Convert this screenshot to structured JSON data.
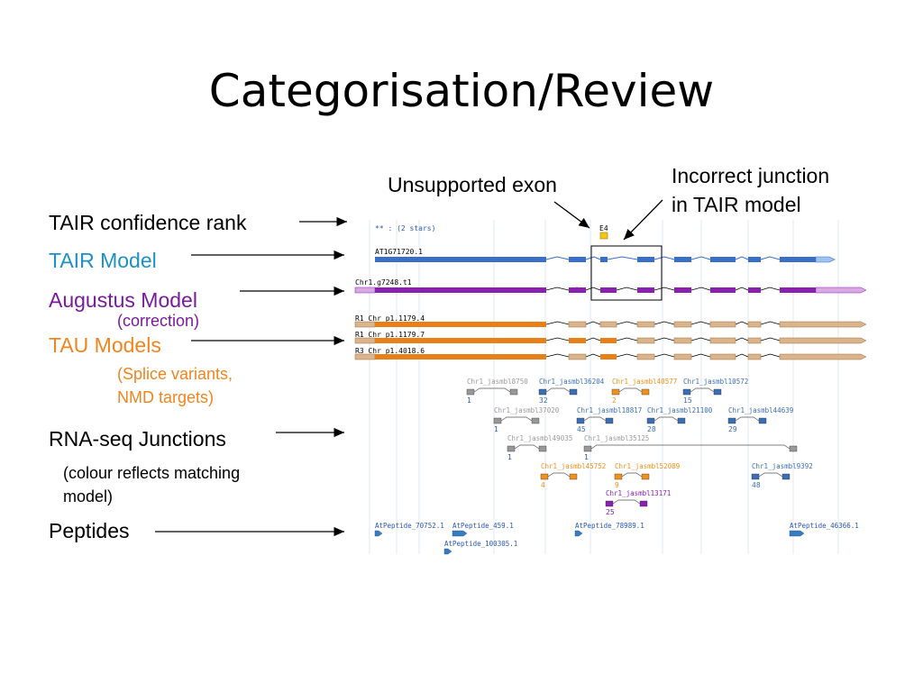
{
  "title": "Categorisation/Review",
  "labels": {
    "tair_rank": "TAIR confidence rank",
    "tair_model": "TAIR Model",
    "augustus_model": "Augustus Model",
    "augustus_sub": "(correction)",
    "tau_models": "TAU Models",
    "tau_sub1": "(Splice variants,",
    "tau_sub2": "NMD targets)",
    "rnaseq": "RNA-seq Junctions",
    "rnaseq_sub1": "(colour reflects matching",
    "rnaseq_sub2": "model)",
    "peptides": "Peptides"
  },
  "callouts": {
    "unsupported_exon": "Unsupported exon",
    "incorrect_junction_1": "Incorrect junction",
    "incorrect_junction_2": "in TAIR model"
  },
  "tracks": {
    "rank": "** : (2 stars)",
    "e4": "E4",
    "tair": "AT1G71720.1",
    "augustus": "Chr1.g7248.t1",
    "tau1": "R1_Chr_p1.1179.4",
    "tau2": "R1_Chr_p1.1179.7",
    "tau3": "R3_Chr_p1.4018.6"
  },
  "junctions": [
    {
      "name": "Chr1_jasmbl8750",
      "count": "1",
      "color": "#999999"
    },
    {
      "name": "Chr1_jasmbl36204",
      "count": "32",
      "color": "#3a6fb3"
    },
    {
      "name": "Chr1_jasmbl40577",
      "count": "2",
      "color": "#f0901d"
    },
    {
      "name": "Chr1_jasmbl10572",
      "count": "15",
      "color": "#3a6fb3"
    },
    {
      "name": "Chr1_jasmbl37020",
      "count": "1",
      "color": "#999999"
    },
    {
      "name": "Chr1_jasmbl18817",
      "count": "45",
      "color": "#3a6fb3"
    },
    {
      "name": "Chr1_jasmbl21100",
      "count": "28",
      "color": "#3a6fb3"
    },
    {
      "name": "Chr1_jasmbl44639",
      "count": "29",
      "color": "#3a6fb3"
    },
    {
      "name": "Chr1_jasmbl49035",
      "count": "1",
      "color": "#999999"
    },
    {
      "name": "Chr1_jasmbl35125",
      "count": "1",
      "color": "#999999"
    },
    {
      "name": "Chr1_jasmbl45752",
      "count": "4",
      "color": "#f0901d"
    },
    {
      "name": "Chr1_jasmbl52089",
      "count": "9",
      "color": "#f0901d"
    },
    {
      "name": "Chr1_jasmbl9392",
      "count": "48",
      "color": "#3a6fb3"
    },
    {
      "name": "Chr1_jasmbl13171",
      "count": "25",
      "color": "#8b1fb0"
    }
  ],
  "peptides": [
    "AtPeptide_70752.1",
    "AtPeptide_459.1",
    "AtPeptide_78989.1",
    "AtPeptide_46366.1",
    "AtPeptide_100305.1"
  ],
  "colors": {
    "tair": "#1f8fc8",
    "augustus": "#7a1a9c",
    "tau": "#f0851d",
    "tair_exon": "#3a6fc8",
    "augustus_exon": "#8b1fb0",
    "tau_exon": "#e8801a",
    "tau_exon_light": "#d9b48c",
    "peptide": "#3a7bc0"
  }
}
